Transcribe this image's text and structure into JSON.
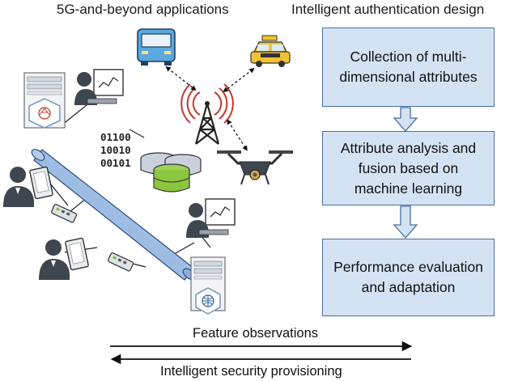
{
  "headings": {
    "left": "5G-and-beyond applications",
    "right": "Intelligent authentication design"
  },
  "flow_steps": [
    "Collection of multi-dimensional attributes",
    "Attribute analysis and fusion based on machine learning",
    "Performance evaluation and adaptation"
  ],
  "arrows": {
    "top_label": "Feature observations",
    "bottom_label": "Intelligent security provisioning"
  },
  "binary_lines": [
    "01100",
    "10010",
    "00101"
  ],
  "icons": [
    "bus-icon",
    "taxi-icon",
    "cell-tower-icon",
    "drone-icon",
    "database-icon",
    "server-icon",
    "user-workstation-icon",
    "user-tablet-icon",
    "network-switch-icon",
    "network-pipe"
  ],
  "colors": {
    "box_fill": "#d4e3f4",
    "box_border": "#4a6f9c",
    "pipe_blue": "#7aa3d6",
    "signal_red": "#c0392b",
    "db_green": "#8cc63f"
  }
}
